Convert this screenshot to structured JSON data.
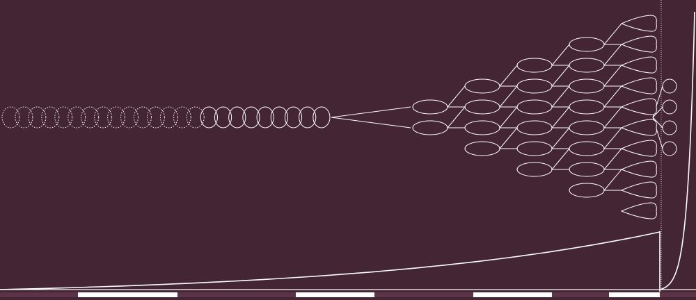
{
  "colors": {
    "background": "#442533",
    "stroke": "#ffffff",
    "strip_dark": "#5c3447",
    "strip_light": "#ffffff"
  },
  "diagram": {
    "chain": {
      "dotted_loops": 15,
      "solid_loops": 9
    },
    "tree_columns": [
      {
        "kind": "ellipse",
        "count": 2
      },
      {
        "kind": "ellipse",
        "count": 4
      },
      {
        "kind": "ellipse",
        "count": 6
      },
      {
        "kind": "ellipse",
        "count": 8
      },
      {
        "kind": "leaf",
        "count": 10
      },
      {
        "kind": "circle",
        "count": 4
      }
    ],
    "growth_curve": {
      "shape": "exponential"
    },
    "bottom_strip": [
      "dark",
      "light",
      "dark",
      "light",
      "dark",
      "light",
      "dark",
      "light",
      "dark"
    ]
  }
}
